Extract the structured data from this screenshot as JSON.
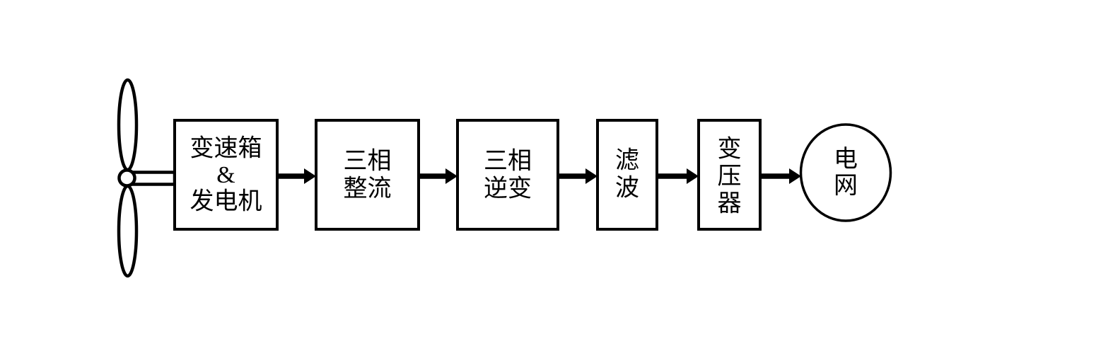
{
  "diagram": {
    "kind": "block-flow-diagram",
    "subject": "wind power generation system",
    "colors": {
      "background": "#ffffff",
      "stroke": "#000000",
      "text": "#000000"
    },
    "source_icon": "wind-turbine-propeller",
    "nodes": [
      {
        "id": "wind-turbine",
        "shape": "icon",
        "lines": []
      },
      {
        "id": "gearbox-generator",
        "shape": "rectangle",
        "lines": [
          "变速箱",
          "&",
          "发电机"
        ]
      },
      {
        "id": "three-phase-rectifier",
        "shape": "rectangle",
        "lines": [
          "三相",
          "整流"
        ]
      },
      {
        "id": "three-phase-inverter",
        "shape": "rectangle",
        "lines": [
          "三相",
          "逆变"
        ]
      },
      {
        "id": "filter",
        "shape": "rectangle",
        "lines": [
          "滤",
          "波"
        ]
      },
      {
        "id": "transformer",
        "shape": "rectangle",
        "lines": [
          "变",
          "压",
          "器"
        ]
      },
      {
        "id": "power-grid",
        "shape": "ellipse",
        "lines": [
          "电",
          "网"
        ]
      }
    ],
    "flow": [
      "wind-turbine",
      "gearbox-generator",
      "three-phase-rectifier",
      "three-phase-inverter",
      "filter",
      "transformer",
      "power-grid"
    ]
  }
}
